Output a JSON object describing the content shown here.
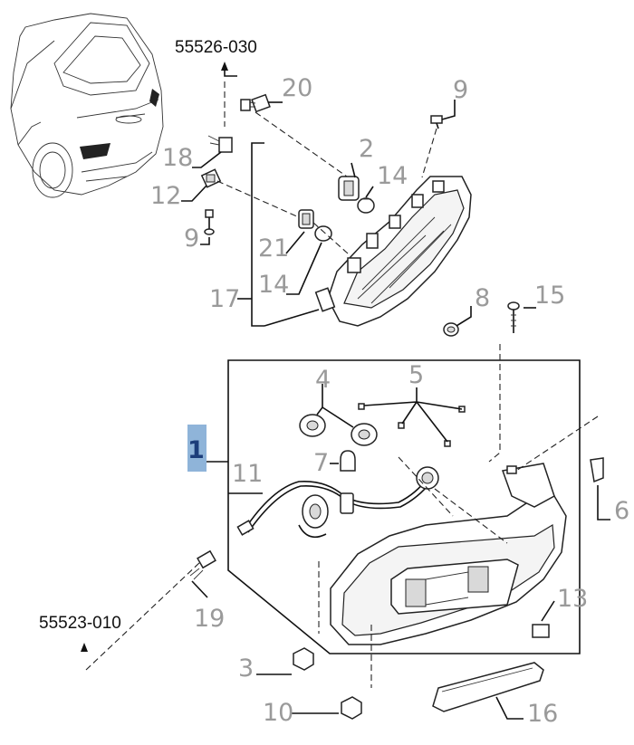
{
  "diagram": {
    "reference_codes": [
      {
        "id": "ref-top",
        "text": "55526-030"
      },
      {
        "id": "ref-bottom",
        "text": "55523-010"
      }
    ],
    "callouts": [
      {
        "id": "c1",
        "text": "1",
        "highlighted": true
      },
      {
        "id": "c2",
        "text": "2"
      },
      {
        "id": "c3",
        "text": "3"
      },
      {
        "id": "c4",
        "text": "4"
      },
      {
        "id": "c5",
        "text": "5"
      },
      {
        "id": "c6",
        "text": "6"
      },
      {
        "id": "c7",
        "text": "7"
      },
      {
        "id": "c8",
        "text": "8"
      },
      {
        "id": "c9a",
        "text": "9"
      },
      {
        "id": "c9b",
        "text": "9"
      },
      {
        "id": "c10",
        "text": "10"
      },
      {
        "id": "c11",
        "text": "11"
      },
      {
        "id": "c12",
        "text": "12"
      },
      {
        "id": "c13",
        "text": "13"
      },
      {
        "id": "c14a",
        "text": "14"
      },
      {
        "id": "c14b",
        "text": "14"
      },
      {
        "id": "c15",
        "text": "15"
      },
      {
        "id": "c16",
        "text": "16"
      },
      {
        "id": "c17",
        "text": "17"
      },
      {
        "id": "c18",
        "text": "18"
      },
      {
        "id": "c19",
        "text": "19"
      },
      {
        "id": "c20",
        "text": "20"
      },
      {
        "id": "c21",
        "text": "21"
      }
    ],
    "colors": {
      "callout": "#9a9a9a",
      "highlight_bg": "#8fb4d9",
      "highlight_text": "#1c3d7a",
      "line": "#111111"
    }
  }
}
